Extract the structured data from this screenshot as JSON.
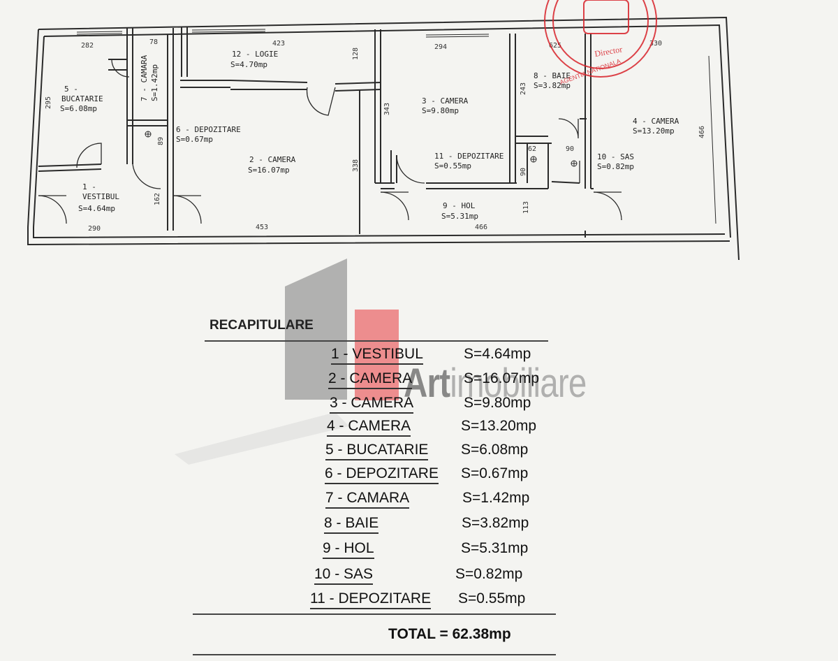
{
  "plan": {
    "rooms": [
      {
        "id": "1",
        "name": "1 -",
        "name2": "VESTIBUL",
        "area": "S=4.64mp"
      },
      {
        "id": "2",
        "name": "2 - CAMERA",
        "area": "S=16.07mp"
      },
      {
        "id": "3",
        "name": "3 - CAMERA",
        "area": "S=9.80mp"
      },
      {
        "id": "4",
        "name": "4 - CAMERA",
        "area": "S=13.20mp"
      },
      {
        "id": "5",
        "name": "5 -",
        "name2": "BUCATARIE",
        "area": "S=6.08mp"
      },
      {
        "id": "6",
        "name": "6 - DEPOZITARE",
        "area": "S=0.67mp"
      },
      {
        "id": "7",
        "name": "7 - CAMARA",
        "area": "S=1.42mp"
      },
      {
        "id": "8",
        "name": "8 - BAIE",
        "area": "S=3.82mp"
      },
      {
        "id": "9",
        "name": "9 - HOL",
        "area": "S=5.31mp"
      },
      {
        "id": "10",
        "name": "10 - SAS",
        "area": "S=0.82mp"
      },
      {
        "id": "11",
        "name": "11 - DEPOZITARE",
        "area": "S=0.55mp"
      },
      {
        "id": "12",
        "name": "12 - LOGIE",
        "area": "S=4.70mp"
      }
    ],
    "dimensions": [
      "282",
      "78",
      "423",
      "128",
      "294",
      "625",
      "330",
      "295",
      "343",
      "243",
      "466",
      "338",
      "162",
      "89",
      "62",
      "90",
      "90",
      "113",
      "290",
      "453",
      "466"
    ]
  },
  "watermark": {
    "brand": "Art",
    "suffix": "imobiliare"
  },
  "stamp": {
    "text": "Director",
    "text2": "AGENTIA NATIONALA"
  },
  "summary": {
    "title": "RECAPITULARE",
    "rows": [
      {
        "label": "1 - VESTIBUL",
        "value": "S=4.64mp"
      },
      {
        "label": "2 - CAMERA",
        "value": "S=16.07mp"
      },
      {
        "label": "3 - CAMERA",
        "value": "S=9.80mp"
      },
      {
        "label": "4 - CAMERA",
        "value": "S=13.20mp"
      },
      {
        "label": "5 - BUCATARIE",
        "value": "S=6.08mp"
      },
      {
        "label": "6 - DEPOZITARE",
        "value": "S=0.67mp"
      },
      {
        "label": "7 - CAMARA",
        "value": "S=1.42mp"
      },
      {
        "label": "8 - BAIE",
        "value": "S=3.82mp"
      },
      {
        "label": "9 - HOL",
        "value": "S=5.31mp"
      },
      {
        "label": "10 - SAS",
        "value": "S=0.82mp"
      },
      {
        "label": "11 - DEPOZITARE",
        "value": "S=0.55mp"
      }
    ],
    "total": "TOTAL = 62.38mp"
  },
  "colors": {
    "stamp": "#d8222a",
    "wall": "#2a2a2a",
    "watermark_red": "#e8474c",
    "watermark_gray": "#7a7a7a"
  }
}
